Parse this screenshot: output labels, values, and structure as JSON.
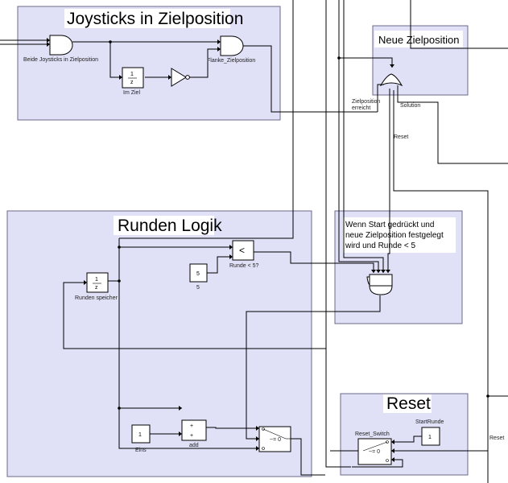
{
  "areas": {
    "joysticks": "Joysticks in Zielposition",
    "neue_zielposition": "Neue Zielposition",
    "runden_logik": "Runden Logik",
    "reset": "Reset"
  },
  "annotation": {
    "line1": "Wenn Start gedrückt und",
    "line2": "neue Zielposition festgelegt",
    "line3": "wird und Runde < 5"
  },
  "blocks": {
    "and1_label": "Beide Joysticks in Zielposition",
    "delay1_label": "Im Ziel",
    "delay1_sym_top": "1",
    "delay1_sym_bottom": "z",
    "and2_label": "Flanke_Zielposition",
    "delay2_label": "Runden speicher",
    "delay2_sym_top": "1",
    "delay2_sym_bottom": "z",
    "const5_value": "5",
    "const5_label": "5",
    "compare_symbol": "<",
    "compare_label": "Runde < 5?",
    "eins_value": "1",
    "eins_label": "Eins",
    "add_label": "add",
    "add_plus1": "+",
    "add_plus2": "+",
    "switch1_sym": "~= 0",
    "reset_switch_label": "Reset_Switch",
    "reset_switch_sym": "~= 0",
    "startrunde_value": "1",
    "startrunde_label": "StartRunde"
  },
  "signals": {
    "zielposition_1": "Zielposition",
    "zielposition_2": "erreicht",
    "solution": "Solution",
    "reset_top": "Reset",
    "reset_right": "Reset"
  }
}
